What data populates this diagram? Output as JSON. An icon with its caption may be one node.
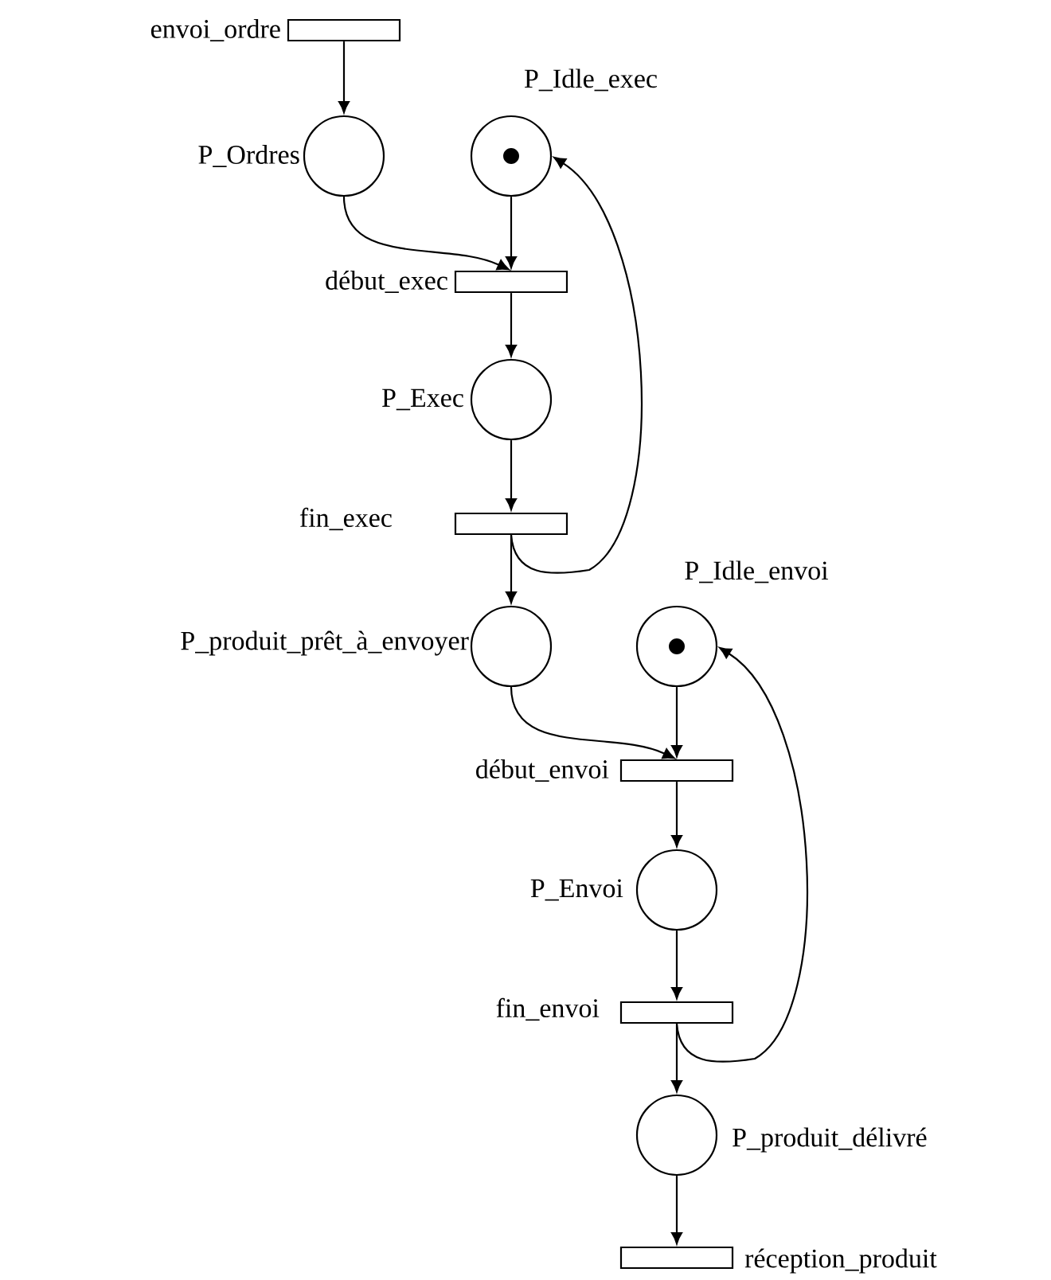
{
  "diagram": {
    "nodes": [
      {
        "text": [],
        "shape": "bar",
        "beside": [
          "envoi_ordre"
        ]
      },
      {
        "text": [],
        "shape": "circle",
        "beside": [
          "P_Ordres"
        ]
      },
      {
        "text": [],
        "shape": "circle",
        "beside": [
          "P_Idle_exec"
        ]
      },
      {
        "text": [],
        "shape": "bar",
        "beside": [
          "début_exec"
        ]
      },
      {
        "text": [],
        "shape": "circle",
        "beside": [
          "P_Exec"
        ]
      },
      {
        "text": [],
        "shape": "bar",
        "beside": [
          "fin_exec"
        ]
      },
      {
        "text": [],
        "shape": "circle",
        "beside": [
          "P_produit_prêt_à_envoyer"
        ]
      },
      {
        "text": [],
        "shape": "circle",
        "beside": [
          "P_Idle_envoi"
        ]
      },
      {
        "text": [],
        "shape": "bar",
        "beside": [
          "début_envoi"
        ]
      },
      {
        "text": [],
        "shape": "circle",
        "beside": [
          "P_Envoi"
        ]
      },
      {
        "text": [],
        "shape": "bar",
        "beside": [
          "fin_envoi"
        ]
      },
      {
        "text": [],
        "shape": "circle",
        "beside": [
          "P_produit_délivré"
        ]
      },
      {
        "text": [],
        "shape": "bar",
        "beside": [
          "réception_produit"
        ]
      }
    ],
    "edges": [
      {
        "from": 0,
        "to": 1,
        "arrow": "to"
      },
      {
        "from": 1,
        "to": 3,
        "arrow": "to"
      },
      {
        "from": 2,
        "to": 3,
        "arrow": "to"
      },
      {
        "from": 3,
        "to": 4,
        "arrow": "to"
      },
      {
        "from": 4,
        "to": 5,
        "arrow": "to"
      },
      {
        "from": 5,
        "to": 6,
        "arrow": "to"
      },
      {
        "from": 5,
        "to": 2,
        "arrow": "to"
      },
      {
        "from": 7,
        "to": 8,
        "arrow": "to"
      },
      {
        "from": 6,
        "to": 8,
        "arrow": "to"
      },
      {
        "from": 8,
        "to": 9,
        "arrow": "to"
      },
      {
        "from": 9,
        "to": 10,
        "arrow": "to"
      },
      {
        "from": 10,
        "to": 11,
        "arrow": "to"
      },
      {
        "from": 10,
        "to": 7,
        "arrow": "to"
      },
      {
        "from": 11,
        "to": 12,
        "arrow": "to"
      }
    ]
  }
}
